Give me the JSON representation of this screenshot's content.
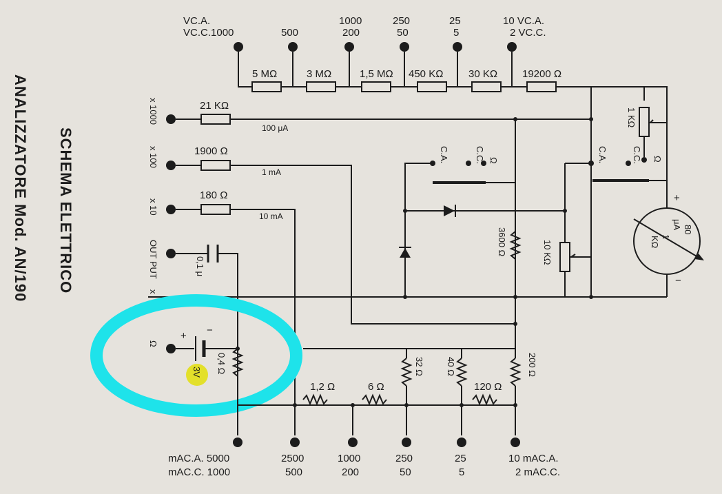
{
  "title": {
    "line1": "SCHEMA ELETTRICO",
    "line2": "ANALIZZATORE Mod. AN/190"
  },
  "top_terminals": [
    {
      "l1": "VC.A.",
      "l2": "VC.C.1000"
    },
    {
      "l1": "",
      "l2": "500"
    },
    {
      "l1": "1000",
      "l2": "200"
    },
    {
      "l1": "250",
      "l2": "50"
    },
    {
      "l1": "25",
      "l2": "5"
    },
    {
      "l1": "10 VC.A.",
      "l2": "2 VC.C."
    }
  ],
  "series_resistors": [
    "5 MΩ",
    "3 MΩ",
    "1,5 MΩ",
    "450 KΩ",
    "30 KΩ",
    "19200 Ω"
  ],
  "left_terminals": [
    "x 1000",
    "x 100",
    "x 10",
    "OUT PUT",
    "x",
    "Ω"
  ],
  "left_resistors": [
    "21 KΩ",
    "1900 Ω",
    "180 Ω"
  ],
  "current_labels": [
    "100 μA",
    "1 mA",
    "10 mA"
  ],
  "capacitor_label": "0,1 μ",
  "battery_label": "3V",
  "battery_plus": "+",
  "battery_minus": "−",
  "battery_resistor": "0,4 Ω",
  "bottom_resistors": [
    "1,2 Ω",
    "6 Ω",
    "32 Ω",
    "40 Ω",
    "120 Ω",
    "200 Ω"
  ],
  "bottom_terminals": [
    {
      "l1": "mAC.A. 5000",
      "l2": "mAC.C. 1000"
    },
    {
      "l1": "2500",
      "l2": "500"
    },
    {
      "l1": "1000",
      "l2": "200"
    },
    {
      "l1": "250",
      "l2": "50"
    },
    {
      "l1": "25",
      "l2": "5"
    },
    {
      "l1": "10 mAC.A.",
      "l2": "2 mAC.C."
    }
  ],
  "mid_switch_labels": [
    "Ω",
    "C.C.",
    "C.A."
  ],
  "right_switch_labels": [
    "Ω",
    "C.C.",
    "C.A."
  ],
  "mid_resistors": [
    "3600 Ω",
    "10 KΩ"
  ],
  "pot_label": "1 KΩ",
  "meter_labels": [
    "80",
    "μA",
    "1",
    "KΩ"
  ],
  "meter_plus": "+",
  "meter_minus": "−",
  "colors": {
    "paper": "#e6e3dd",
    "ink": "#1c1c1c",
    "highlight_ring": "#1ee3ea",
    "marker": "#e3e02a"
  }
}
